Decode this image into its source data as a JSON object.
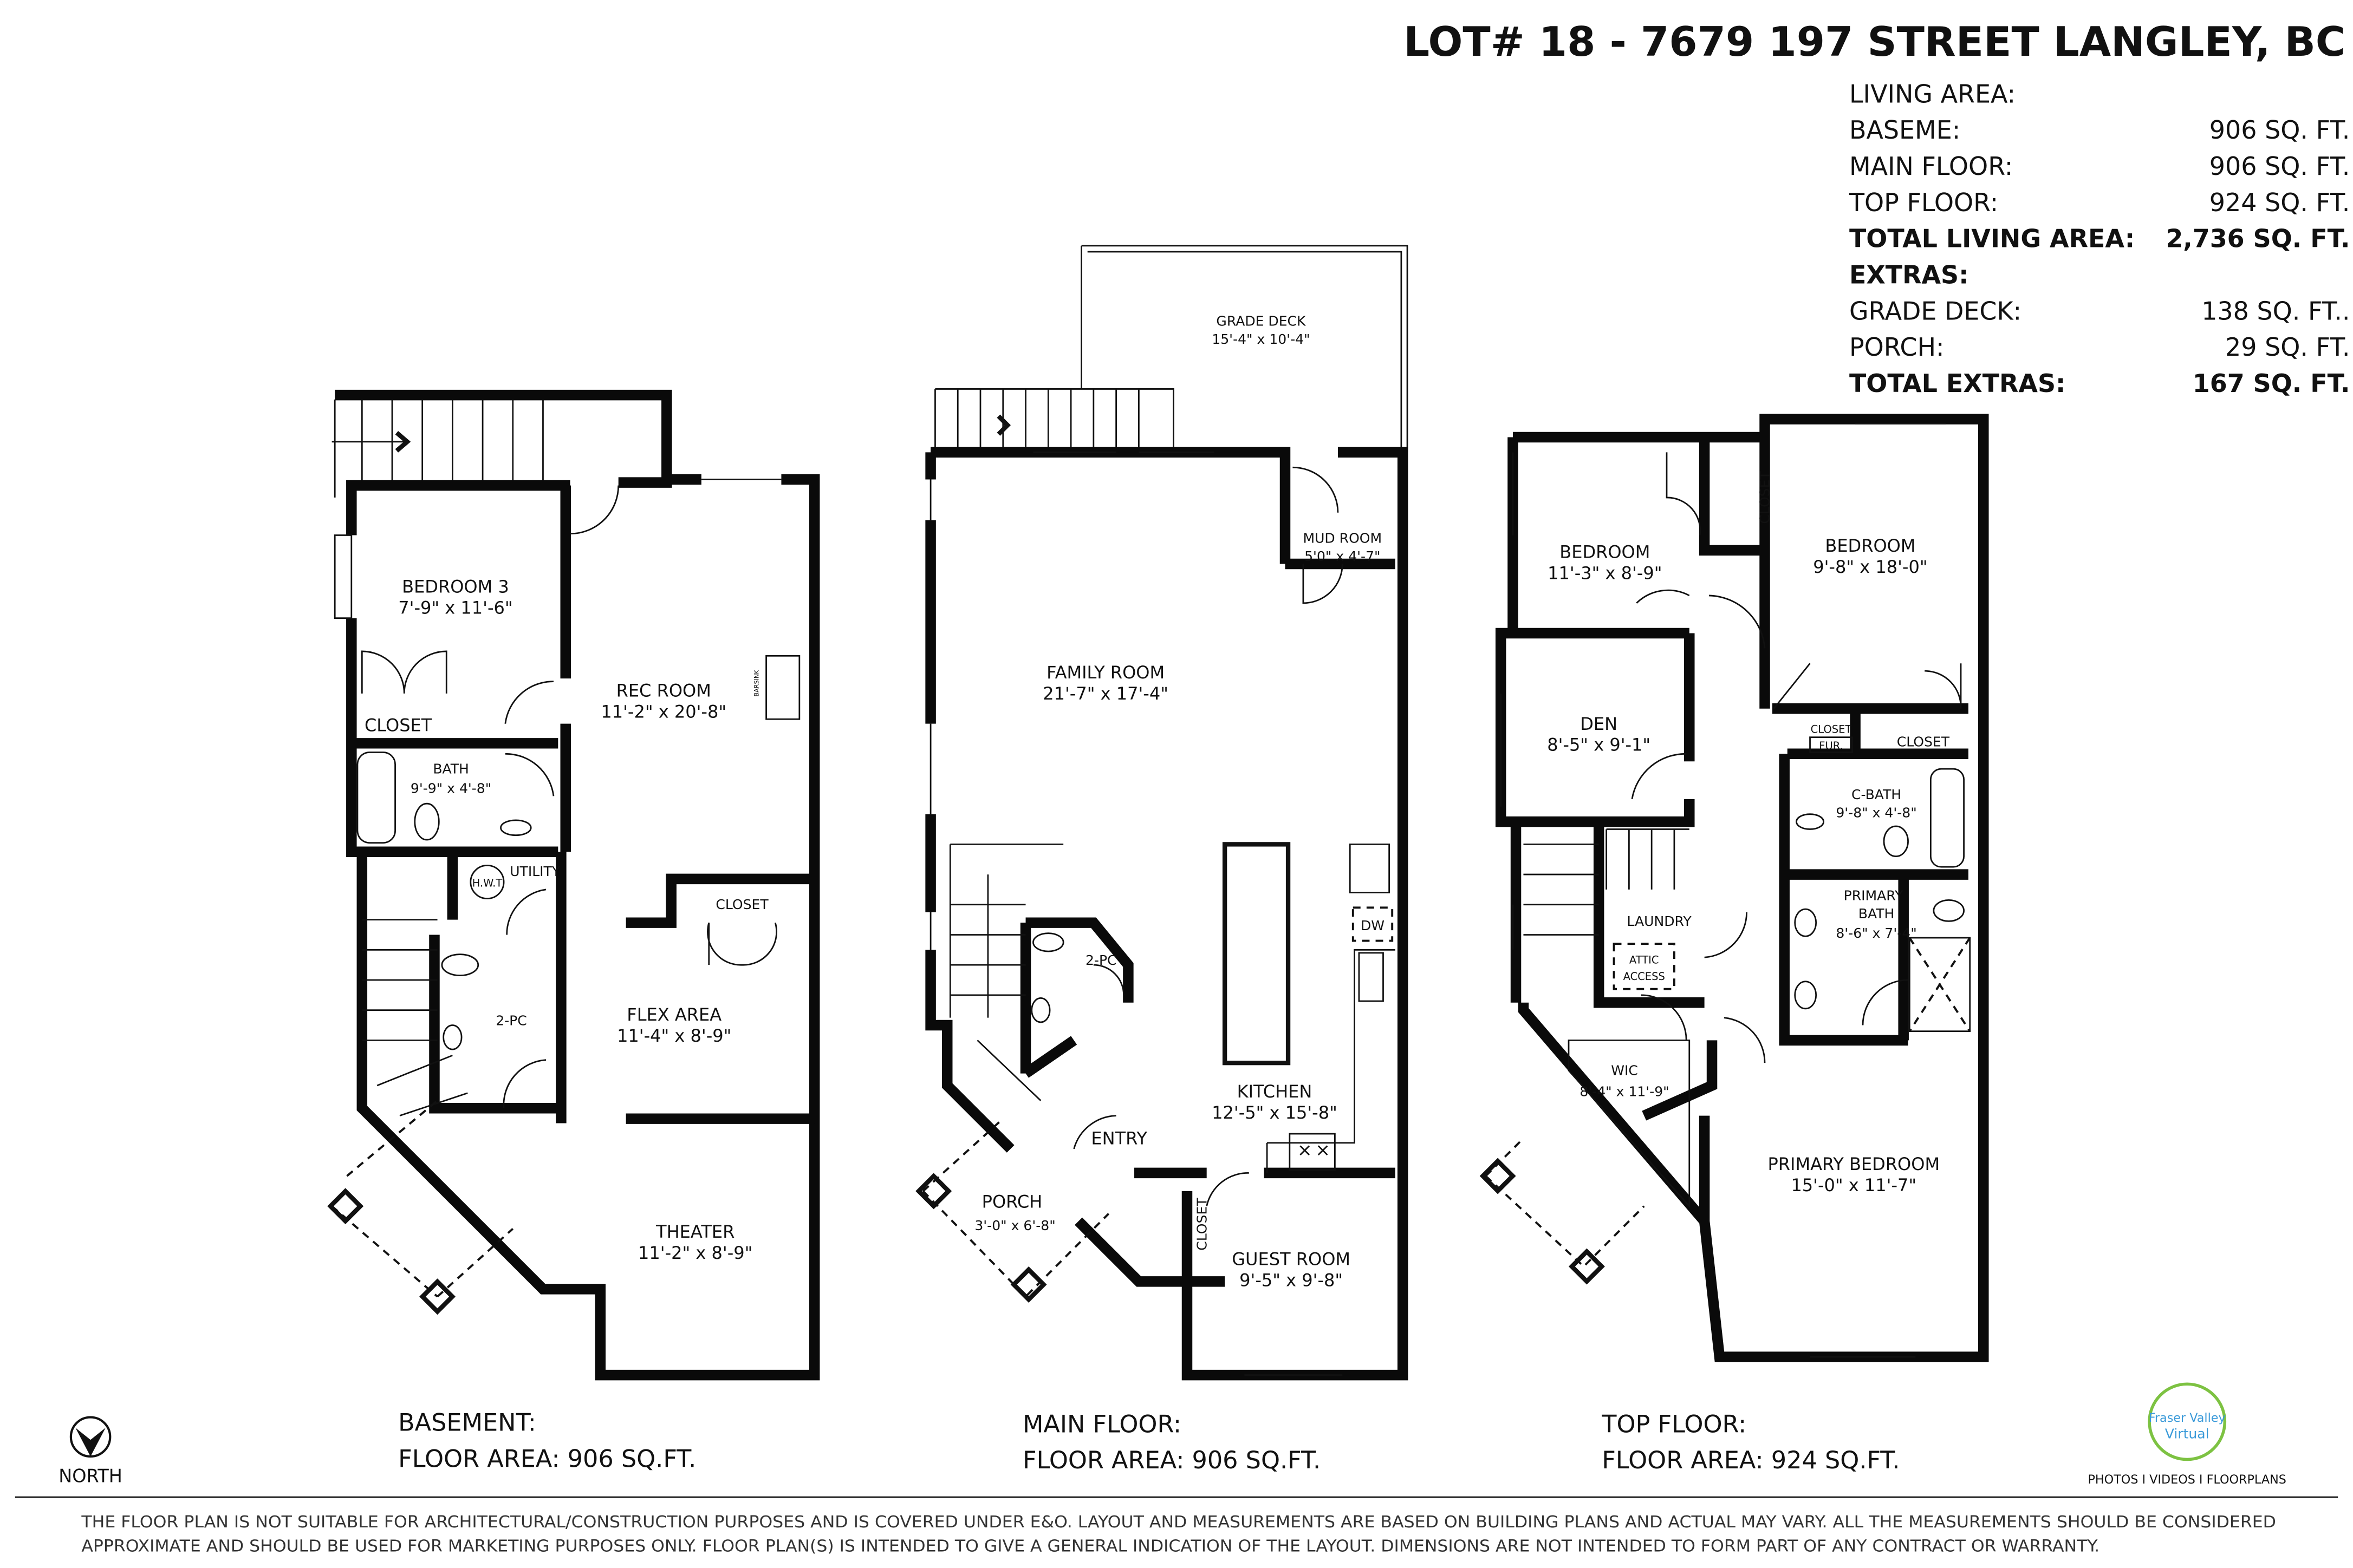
{
  "header": {
    "title": "LOT# 18 - 7679 197 STREET LANGLEY, BC"
  },
  "areas": {
    "living_heading": "LIVING AREA:",
    "rows": [
      {
        "label": "BASEME:",
        "value": "906 SQ. FT."
      },
      {
        "label": "MAIN FLOOR:",
        "value": "906 SQ. FT."
      },
      {
        "label": "TOP FLOOR:",
        "value": "924 SQ. FT."
      },
      {
        "label": "TOTAL LIVING AREA:",
        "value": "2,736 SQ. FT."
      }
    ],
    "extras_heading": "EXTRAS:",
    "extras": [
      {
        "label": "GRADE DECK:",
        "value": "138 SQ. FT.."
      },
      {
        "label": "PORCH:",
        "value": "29 SQ. FT."
      },
      {
        "label": "TOTAL EXTRAS:",
        "value": "167 SQ. FT."
      }
    ]
  },
  "basement": {
    "name": "BASEMENT:",
    "floor_area": "FLOOR AREA: 906 SQ.FT.",
    "rooms": [
      {
        "label": "BEDROOM 3",
        "dims": "7'-9\" x 11'-6\""
      },
      {
        "label": "REC ROOM",
        "dims": "11'-2\" x 20'-8\""
      },
      {
        "label": "CLOSET"
      },
      {
        "label": "BATH",
        "dims": "9'-9\" x 4'-8\""
      },
      {
        "label": "UTILITY"
      },
      {
        "label": "H.W.T"
      },
      {
        "label": "2-PC"
      },
      {
        "label": "CLOSET"
      },
      {
        "label": "FLEX AREA",
        "dims": "11'-4\" x 8'-9\""
      },
      {
        "label": "THEATER",
        "dims": "11'-2\" x 8'-9\""
      },
      {
        "label": "BARSINK"
      }
    ]
  },
  "main": {
    "name": "MAIN FLOOR:",
    "floor_area": "FLOOR AREA: 906 SQ.FT.",
    "rooms": [
      {
        "label": "GRADE DECK",
        "dims": "15'-4\" x 10'-4\""
      },
      {
        "label": "MUD ROOM",
        "dims": "5'0\" x 4'-7\""
      },
      {
        "label": "FAMILY ROOM",
        "dims": "21'-7\" x 17'-4\""
      },
      {
        "label": "2-PC"
      },
      {
        "label": "DW"
      },
      {
        "label": "KITCHEN",
        "dims": "12'-5\" x 15'-8\""
      },
      {
        "label": "ENTRY"
      },
      {
        "label": "PORCH",
        "dims": "3'-0\" x 6'-8\""
      },
      {
        "label": "CLOSET"
      },
      {
        "label": "GUEST ROOM",
        "dims": "9'-5\" x 9'-8\""
      }
    ]
  },
  "top": {
    "name": "TOP FLOOR:",
    "floor_area": "FLOOR AREA: 924 SQ.FT.",
    "rooms": [
      {
        "label": "BEDROOM",
        "dims": "11'-3\" x 8'-9\""
      },
      {
        "label": "CLOSET"
      },
      {
        "label": "BEDROOM",
        "dims": "9'-8\" x 18'-0\""
      },
      {
        "label": "DEN",
        "dims": "8'-5\" x 9'-1\""
      },
      {
        "label": "CLOSET",
        "sub": "FUR."
      },
      {
        "label": "CLOSET"
      },
      {
        "label": "C-BATH",
        "dims": "9'-8\" x 4'-8\""
      },
      {
        "label": "LAUNDRY"
      },
      {
        "label": "ATTIC",
        "sub": "ACCESS"
      },
      {
        "label": "PRIMARY",
        "sub": "BATH",
        "dims": "8'-6\" x 7'-4\""
      },
      {
        "label": "WIC",
        "dims": "8'-4\" x 11'-9\""
      },
      {
        "label": "PRIMARY BEDROOM",
        "dims": "15'-0\" x 11'-7\""
      }
    ]
  },
  "compass": {
    "label": "NORTH"
  },
  "brand": {
    "line1": "Fraser Valley",
    "line2": "Virtual",
    "tagline": "PHOTOS I VIDEOS I FLOORPLANS",
    "color": "#7dc242",
    "text_color": "#3a9ad9"
  },
  "disclaimer": {
    "line1": "THE FLOOR PLAN IS NOT SUITABLE FOR ARCHITECTURAL/CONSTRUCTION PURPOSES AND IS COVERED UNDER E&O. LAYOUT AND MEASUREMENTS ARE BASED ON BUILDING PLANS AND ACTUAL MAY VARY. ALL THE MEASUREMENTS SHOULD BE CONSIDERED",
    "line2": "APPROXIMATE AND SHOULD BE USED FOR MARKETING PURPOSES ONLY. FLOOR PLAN(S) IS INTENDED TO GIVE A GENERAL INDICATION OF THE LAYOUT. DIMENSIONS ARE NOT INTENDED TO FORM PART OF ANY CONTRACT OR WARRANTY."
  }
}
